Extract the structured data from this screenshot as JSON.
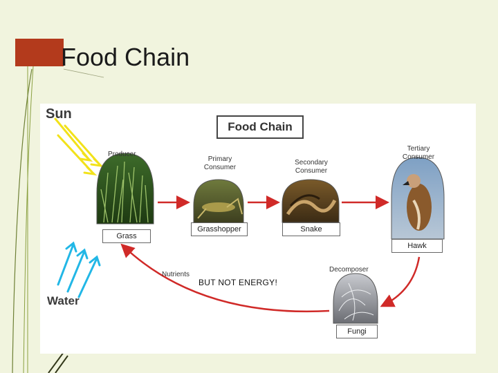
{
  "slide": {
    "title": "Food Chain"
  },
  "diagram": {
    "title": "Food Chain",
    "sun_label": "Sun",
    "water_label": "Water",
    "nutrients_label": "Nutrients",
    "note": "BUT NOT ENERGY!",
    "nodes": [
      {
        "role": "Producer",
        "name": "Grass"
      },
      {
        "role": "Primary Consumer",
        "name": "Grasshopper"
      },
      {
        "role": "Secondary Consumer",
        "name": "Snake"
      },
      {
        "role": "Tertiary Consumer",
        "name": "Hawk"
      },
      {
        "role": "Decomposer",
        "name": "Fungi"
      }
    ]
  },
  "colors": {
    "background": "#f1f4de",
    "accent": "#b33a1c",
    "sun_arrows": "#f2e21a",
    "water_arrows": "#22b7e6",
    "flow_arrows": "#d02a28"
  }
}
